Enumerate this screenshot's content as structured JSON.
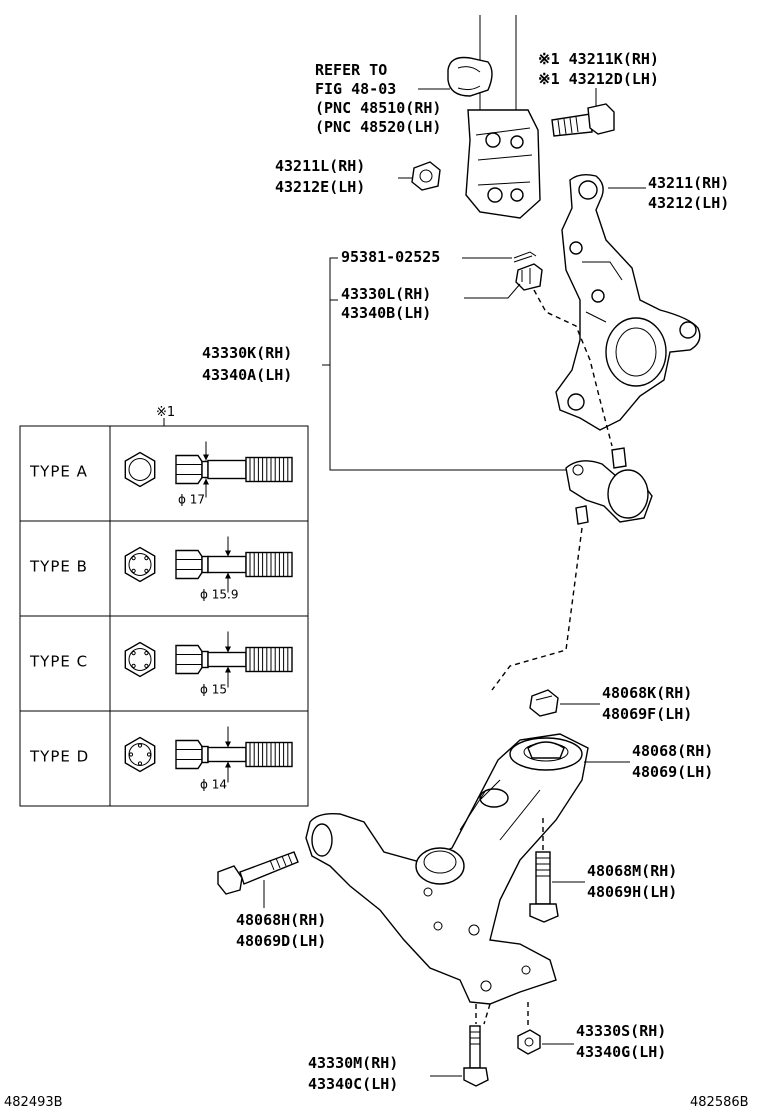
{
  "refer": {
    "line1": "REFER TO",
    "line2": "FIG 48-03",
    "line3": "(PNC 48510(RH)",
    "line4": "(PNC 48520(LH)"
  },
  "parts": {
    "bolt_top_rh": "※1 43211K(RH)",
    "bolt_top_lh": "※1 43212D(LH)",
    "nut_top_rh": "43211L(RH)",
    "nut_top_lh": "43212E(LH)",
    "knuckle_rh": "43211(RH)",
    "knuckle_lh": "43212(LH)",
    "cotter_pin": "95381-02525",
    "castle_nut_rh": "43330L(RH)",
    "castle_nut_lh": "43340B(LH)",
    "ball_joint_rh": "43330K(RH)",
    "ball_joint_lh": "43340A(LH)",
    "nut_48068k_rh": "48068K(RH)",
    "nut_48069f_lh": "48069F(LH)",
    "arm_rh": "48068(RH)",
    "arm_lh": "48069(LH)",
    "bolt_48068m_rh": "48068M(RH)",
    "bolt_48069h_lh": "48069H(LH)",
    "bolt_48068h_rh": "48068H(RH)",
    "bolt_48069d_lh": "48069D(LH)",
    "nut_43330s_rh": "43330S(RH)",
    "nut_43340g_lh": "43340G(LH)",
    "bolt_43330m_rh": "43330M(RH)",
    "bolt_43340c_lh": "43340C(LH)"
  },
  "types_table": {
    "header": "※1",
    "rows": [
      {
        "label": "TYPE  A",
        "diameter": "ϕ 17"
      },
      {
        "label": "TYPE  B",
        "diameter": "ϕ 15.9"
      },
      {
        "label": "TYPE  C",
        "diameter": "ϕ 15"
      },
      {
        "label": "TYPE  D",
        "diameter": "ϕ 14"
      }
    ]
  },
  "footer": {
    "left_code": "482493B",
    "right_code": "482586B"
  }
}
